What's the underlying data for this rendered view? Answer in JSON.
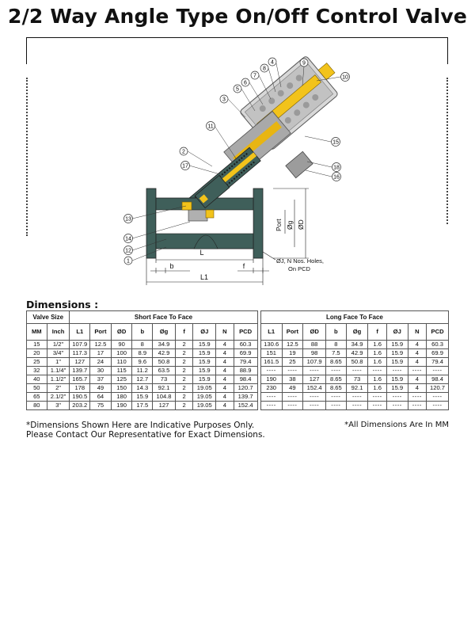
{
  "title": "2/2 Way Angle Type On/Off Control Valve",
  "drawing": {
    "callouts": [
      "1",
      "2",
      "3",
      "4",
      "5",
      "6",
      "7",
      "8",
      "9",
      "10",
      "11",
      "12",
      "13",
      "14",
      "15",
      "16",
      "17",
      "18"
    ],
    "labels": {
      "L": "L",
      "L1": "L1",
      "b": "b",
      "f": "f",
      "port": "Port",
      "og": "Øg",
      "od": "ØD",
      "holes_line1": "ØJ, N Nos. Holes,",
      "holes_line2": "On PCD"
    },
    "colors": {
      "body": "#3f5f5a",
      "yellow": "#f2c31b",
      "grey": "#b8b8b8",
      "dark": "#222222"
    }
  },
  "dimensions": {
    "heading": "Dimensions :",
    "group_valve_size": "Valve Size",
    "group_short": "Short Face To Face",
    "group_long": "Long Face To Face",
    "size_headers": [
      "MM",
      "Inch"
    ],
    "short_headers": [
      "L1",
      "Port",
      "ØD",
      "b",
      "Øg",
      "f",
      "ØJ",
      "N",
      "PCD"
    ],
    "long_headers": [
      "L1",
      "Port",
      "ØD",
      "b",
      "Øg",
      "f",
      "ØJ",
      "N",
      "PCD"
    ],
    "rows": [
      {
        "mm": "15",
        "inch": "1/2\"",
        "short": [
          "107.9",
          "12.5",
          "90",
          "8",
          "34.9",
          "2",
          "15.9",
          "4",
          "60.3"
        ],
        "long": [
          "130.6",
          "12.5",
          "88",
          "8",
          "34.9",
          "1.6",
          "15.9",
          "4",
          "60.3"
        ]
      },
      {
        "mm": "20",
        "inch": "3/4\"",
        "short": [
          "117.3",
          "17",
          "100",
          "8.9",
          "42.9",
          "2",
          "15.9",
          "4",
          "69.9"
        ],
        "long": [
          "151",
          "19",
          "98",
          "7.5",
          "42.9",
          "1.6",
          "15.9",
          "4",
          "69.9"
        ]
      },
      {
        "mm": "25",
        "inch": "1\"",
        "short": [
          "127",
          "24",
          "110",
          "9.6",
          "50.8",
          "2",
          "15.9",
          "4",
          "79.4"
        ],
        "long": [
          "161.5",
          "25",
          "107.9",
          "8.65",
          "50.8",
          "1.6",
          "15.9",
          "4",
          "79.4"
        ]
      },
      {
        "mm": "32",
        "inch": "1.1/4\"",
        "short": [
          "139.7",
          "30",
          "115",
          "11.2",
          "63.5",
          "2",
          "15.9",
          "4",
          "88.9"
        ],
        "long": [
          "----",
          "----",
          "----",
          "----",
          "----",
          "----",
          "----",
          "----",
          "----"
        ]
      },
      {
        "mm": "40",
        "inch": "1.1/2\"",
        "short": [
          "165.7",
          "37",
          "125",
          "12.7",
          "73",
          "2",
          "15.9",
          "4",
          "98.4"
        ],
        "long": [
          "190",
          "38",
          "127",
          "8.65",
          "73",
          "1.6",
          "15.9",
          "4",
          "98.4"
        ]
      },
      {
        "mm": "50",
        "inch": "2\"",
        "short": [
          "178",
          "49",
          "150",
          "14.3",
          "92.1",
          "2",
          "19.05",
          "4",
          "120.7"
        ],
        "long": [
          "230",
          "49",
          "152.4",
          "8.65",
          "92.1",
          "1.6",
          "15.9",
          "4",
          "120.7"
        ]
      },
      {
        "mm": "65",
        "inch": "2.1/2\"",
        "short": [
          "190.5",
          "64",
          "180",
          "15.9",
          "104.8",
          "2",
          "19.05",
          "4",
          "139.7"
        ],
        "long": [
          "----",
          "----",
          "----",
          "----",
          "----",
          "----",
          "----",
          "----",
          "----"
        ]
      },
      {
        "mm": "80",
        "inch": "3\"",
        "short": [
          "203.2",
          "75",
          "190",
          "17.5",
          "127",
          "2",
          "19.05",
          "4",
          "152.4"
        ],
        "long": [
          "----",
          "----",
          "----",
          "----",
          "----",
          "----",
          "----",
          "----",
          "----"
        ]
      }
    ]
  },
  "notes": {
    "left_line1": "*Dimensions Shown Here are Indicative Purposes Only.",
    "left_line2": "Please Contact Our Representative for Exact Dimensions.",
    "right": "*All Dimensions Are In MM"
  }
}
